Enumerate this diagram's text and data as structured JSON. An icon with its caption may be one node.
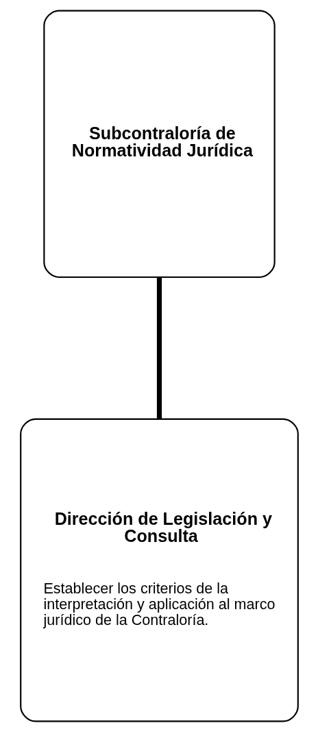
{
  "diagram": {
    "nodes": [
      {
        "text": [
          "Subcontraloría de Normatividad Jurídica"
        ]
      },
      {
        "text": [
          "Dirección de Legislación y Consulta",
          "Establecer los criterios de la interpretación y aplicación al marco jurídico de la Contraloría."
        ]
      }
    ],
    "edges": [
      {
        "from": 0,
        "to": 1,
        "arrow": "none"
      }
    ]
  }
}
